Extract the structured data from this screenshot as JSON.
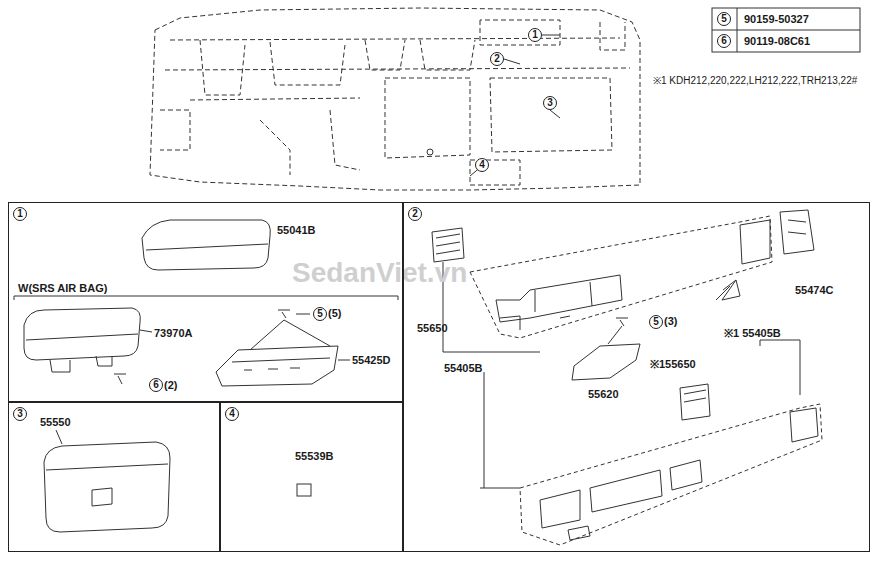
{
  "diagram": {
    "nodes": [
      {
        "text": [
          "1"
        ]
      },
      {
        "text": [
          "2"
        ]
      },
      {
        "text": [
          "3"
        ]
      },
      {
        "text": [
          "4"
        ]
      }
    ],
    "labels": [
      "1",
      "2",
      "3",
      "4",
      "5",
      "90159-50327",
      "6",
      "90119-08C61",
      "※1 KDH212,220,222,LH212,222,TRH213,22#",
      "55041B",
      "W(SRS AIR BAG)",
      "73970A",
      "5",
      "(5)",
      "6",
      "(2)",
      "55425D",
      "55650",
      "55405B",
      "55474C",
      "5",
      "(3)",
      "55620",
      "※1 55405B",
      "※155650",
      "55550",
      "55539B",
      "SedanViet.vn"
    ]
  }
}
